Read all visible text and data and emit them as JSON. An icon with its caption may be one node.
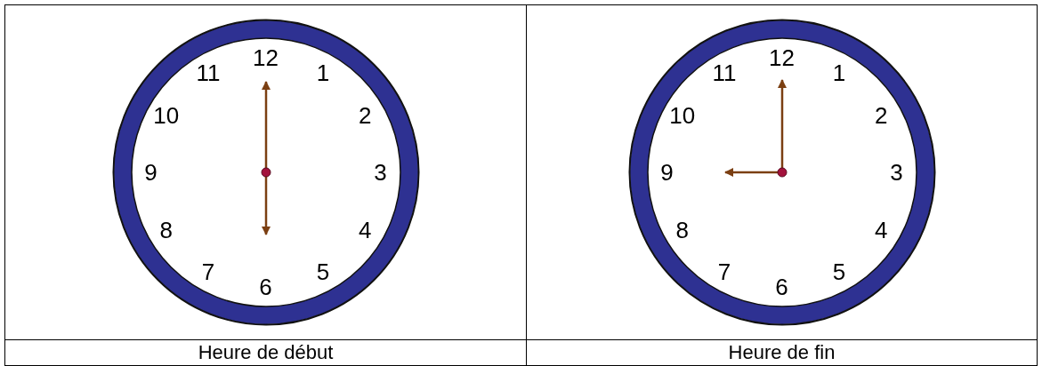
{
  "diagram": {
    "labels": [
      "12",
      "1",
      "2",
      "3",
      "4",
      "5",
      "6",
      "7",
      "8",
      "9",
      "10",
      "11",
      "12",
      "1",
      "2",
      "3",
      "4",
      "5",
      "6",
      "7",
      "8",
      "9",
      "10",
      "11",
      "Heure de début",
      "Heure de fin"
    ]
  }
}
